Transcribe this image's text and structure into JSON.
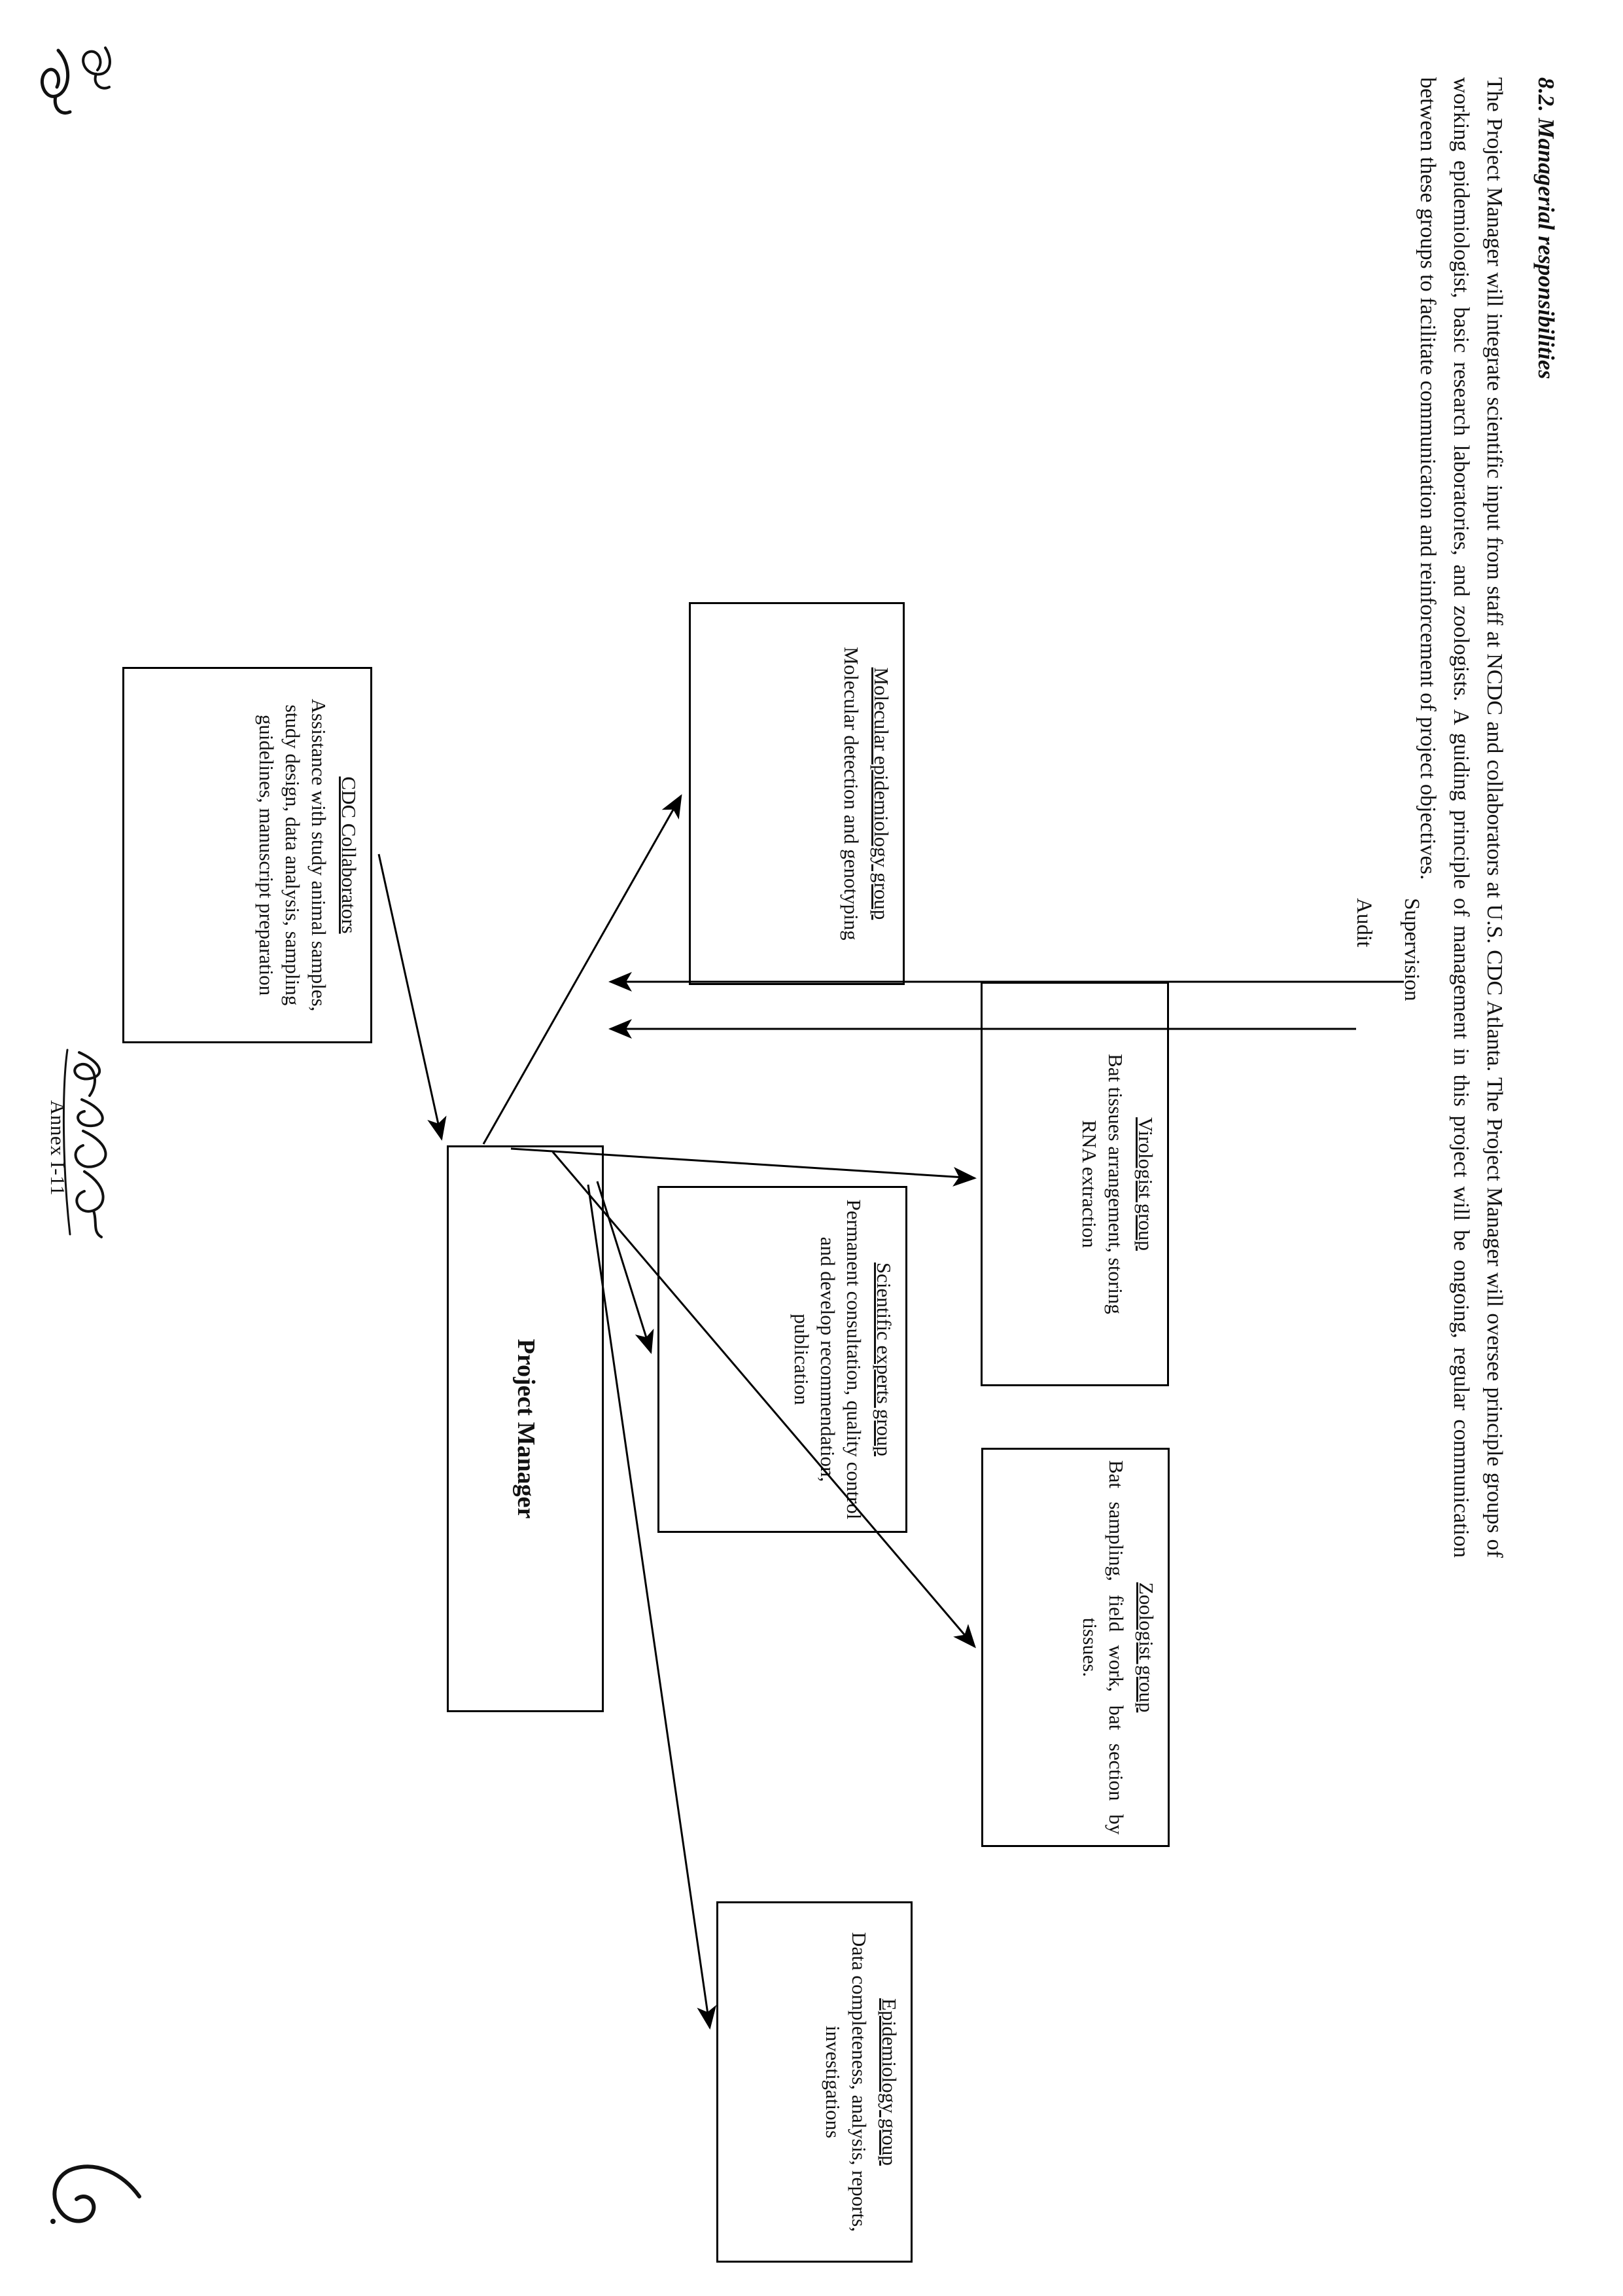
{
  "document": {
    "section_number": "8.2.",
    "section_title": "Managerial responsibilities",
    "paragraph": "The Project Manager will integrate scientific input from staff at NCDC and collaborators at U.S. CDC Atlanta. The Project Manager will oversee principle groups of working epidemiologist, basic research laboratories, and zoologists. A guiding principle of management in this project will be ongoing, regular communication between these groups to facilitate communication and reinforcement of project objectives.",
    "footer": "Annex I-11"
  },
  "diagram": {
    "type": "organizational-flow",
    "center": {
      "title": "Project Manager",
      "body": ""
    },
    "inputs": [
      {
        "label": "Supervision"
      },
      {
        "label": "Audit"
      }
    ],
    "nodes": [
      {
        "id": "scientific-experts-group",
        "title": "Scientific experts group",
        "body": "Permanent consultation, quality control and develop recommendation, publication"
      },
      {
        "id": "epidemiology-group",
        "title": "Epidemiology group",
        "body": "Data completeness, analysis, reports, investigations"
      },
      {
        "id": "zoologist-group",
        "title": "Zoologist group",
        "body": "Bat sampling, field work, bat section by tissues."
      },
      {
        "id": "virologist-group",
        "title": "Virologist group",
        "body": "Bat tissues arrangement, storing\nRNA extraction"
      },
      {
        "id": "molecular-epidemiology-group",
        "title": "Molecular epidemiology group",
        "body": "Molecular detection and genotyping"
      },
      {
        "id": "cdc-collaborators",
        "title": "CDC Collaborators",
        "body": "Assistance with study animal samples, study design, data analysis, sampling guidelines, manuscript preparation"
      }
    ],
    "edges": [
      {
        "from": "supervision",
        "to": "project-manager",
        "style": "arrow-down"
      },
      {
        "from": "audit",
        "to": "project-manager",
        "style": "arrow-down"
      },
      {
        "from": "project-manager",
        "to": "scientific-experts-group",
        "style": "arrow"
      },
      {
        "from": "project-manager",
        "to": "epidemiology-group",
        "style": "arrow"
      },
      {
        "from": "project-manager",
        "to": "zoologist-group",
        "style": "arrow"
      },
      {
        "from": "project-manager",
        "to": "virologist-group",
        "style": "arrow"
      },
      {
        "from": "project-manager",
        "to": "molecular-epidemiology-group",
        "style": "arrow"
      },
      {
        "from": "cdc-collaborators",
        "to": "project-manager",
        "style": "arrow-up"
      }
    ]
  },
  "annotations": {
    "top_left_mark": "handwritten-initials",
    "top_right_mark": "handwritten-signature",
    "bottom_right_mark": "handwritten-mark"
  },
  "colors": {
    "ink": "#111111",
    "paper": "#ffffff",
    "line": "#000000"
  }
}
